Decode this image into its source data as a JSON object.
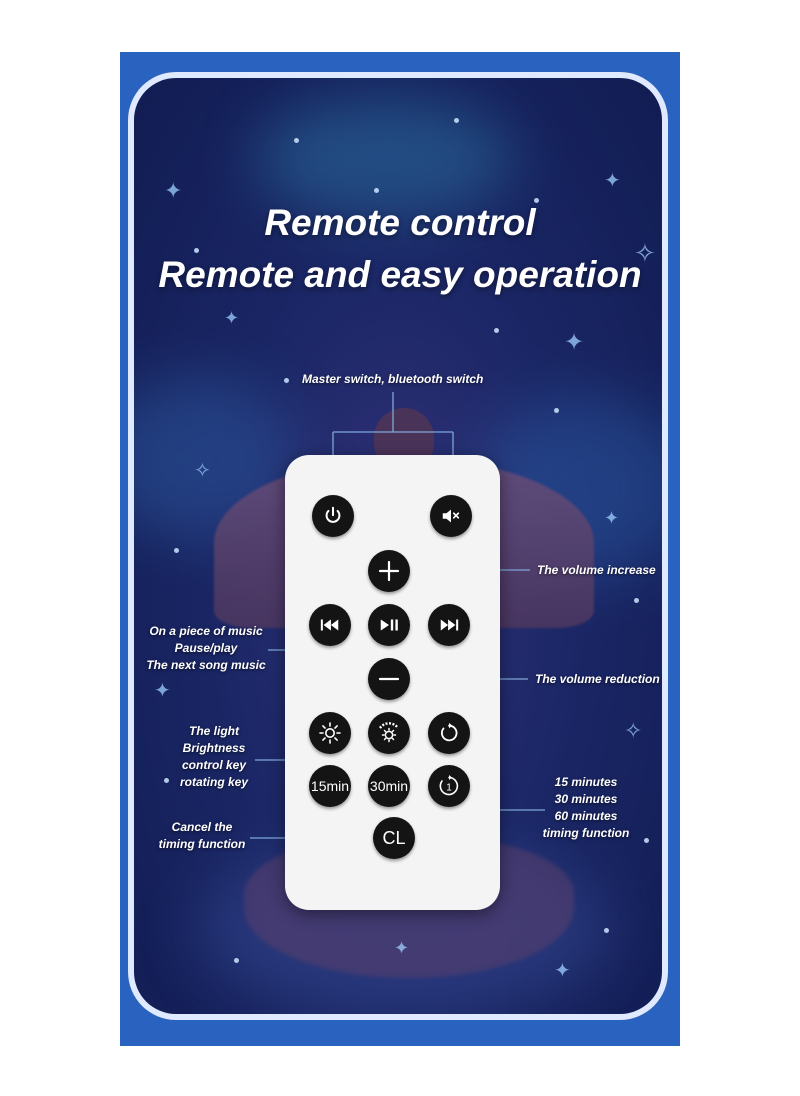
{
  "heading": {
    "line1": "Remote control",
    "line2": "Remote and easy operation"
  },
  "labels": {
    "master": "Master switch, bluetooth switch",
    "volume_up": "The volume increase",
    "volume_down": "The volume reduction",
    "music_1": "On a piece of music",
    "music_2": "Pause/play",
    "music_3": "The next song music",
    "light_1": "The light",
    "light_2": "Brightness",
    "light_3": "control key",
    "light_4": "rotating key",
    "timer_1": "15 minutes",
    "timer_2": "30 minutes",
    "timer_3": "60 minutes",
    "timer_4": "timing function",
    "cancel_1": "Cancel the",
    "cancel_2": "timing function"
  },
  "buttons": {
    "t15": "15min",
    "t30": "30min",
    "cl": "CL",
    "timer_cycle": "1"
  },
  "icons": {
    "power": "power-icon",
    "mute": "speaker-mute-icon",
    "plus": "plus-icon",
    "minus": "minus-icon",
    "prev": "previous-track-icon",
    "playpause": "play-pause-icon",
    "next": "next-track-icon",
    "light": "sun-icon",
    "brightness": "brightness-icon",
    "rotate": "rotate-icon",
    "timer_cycle": "cycle-timer-icon"
  },
  "colors": {
    "frame": "#2a62c0",
    "remote": "#f4f4f4",
    "button": "#141414",
    "callout_line": "#7fa7d8"
  }
}
